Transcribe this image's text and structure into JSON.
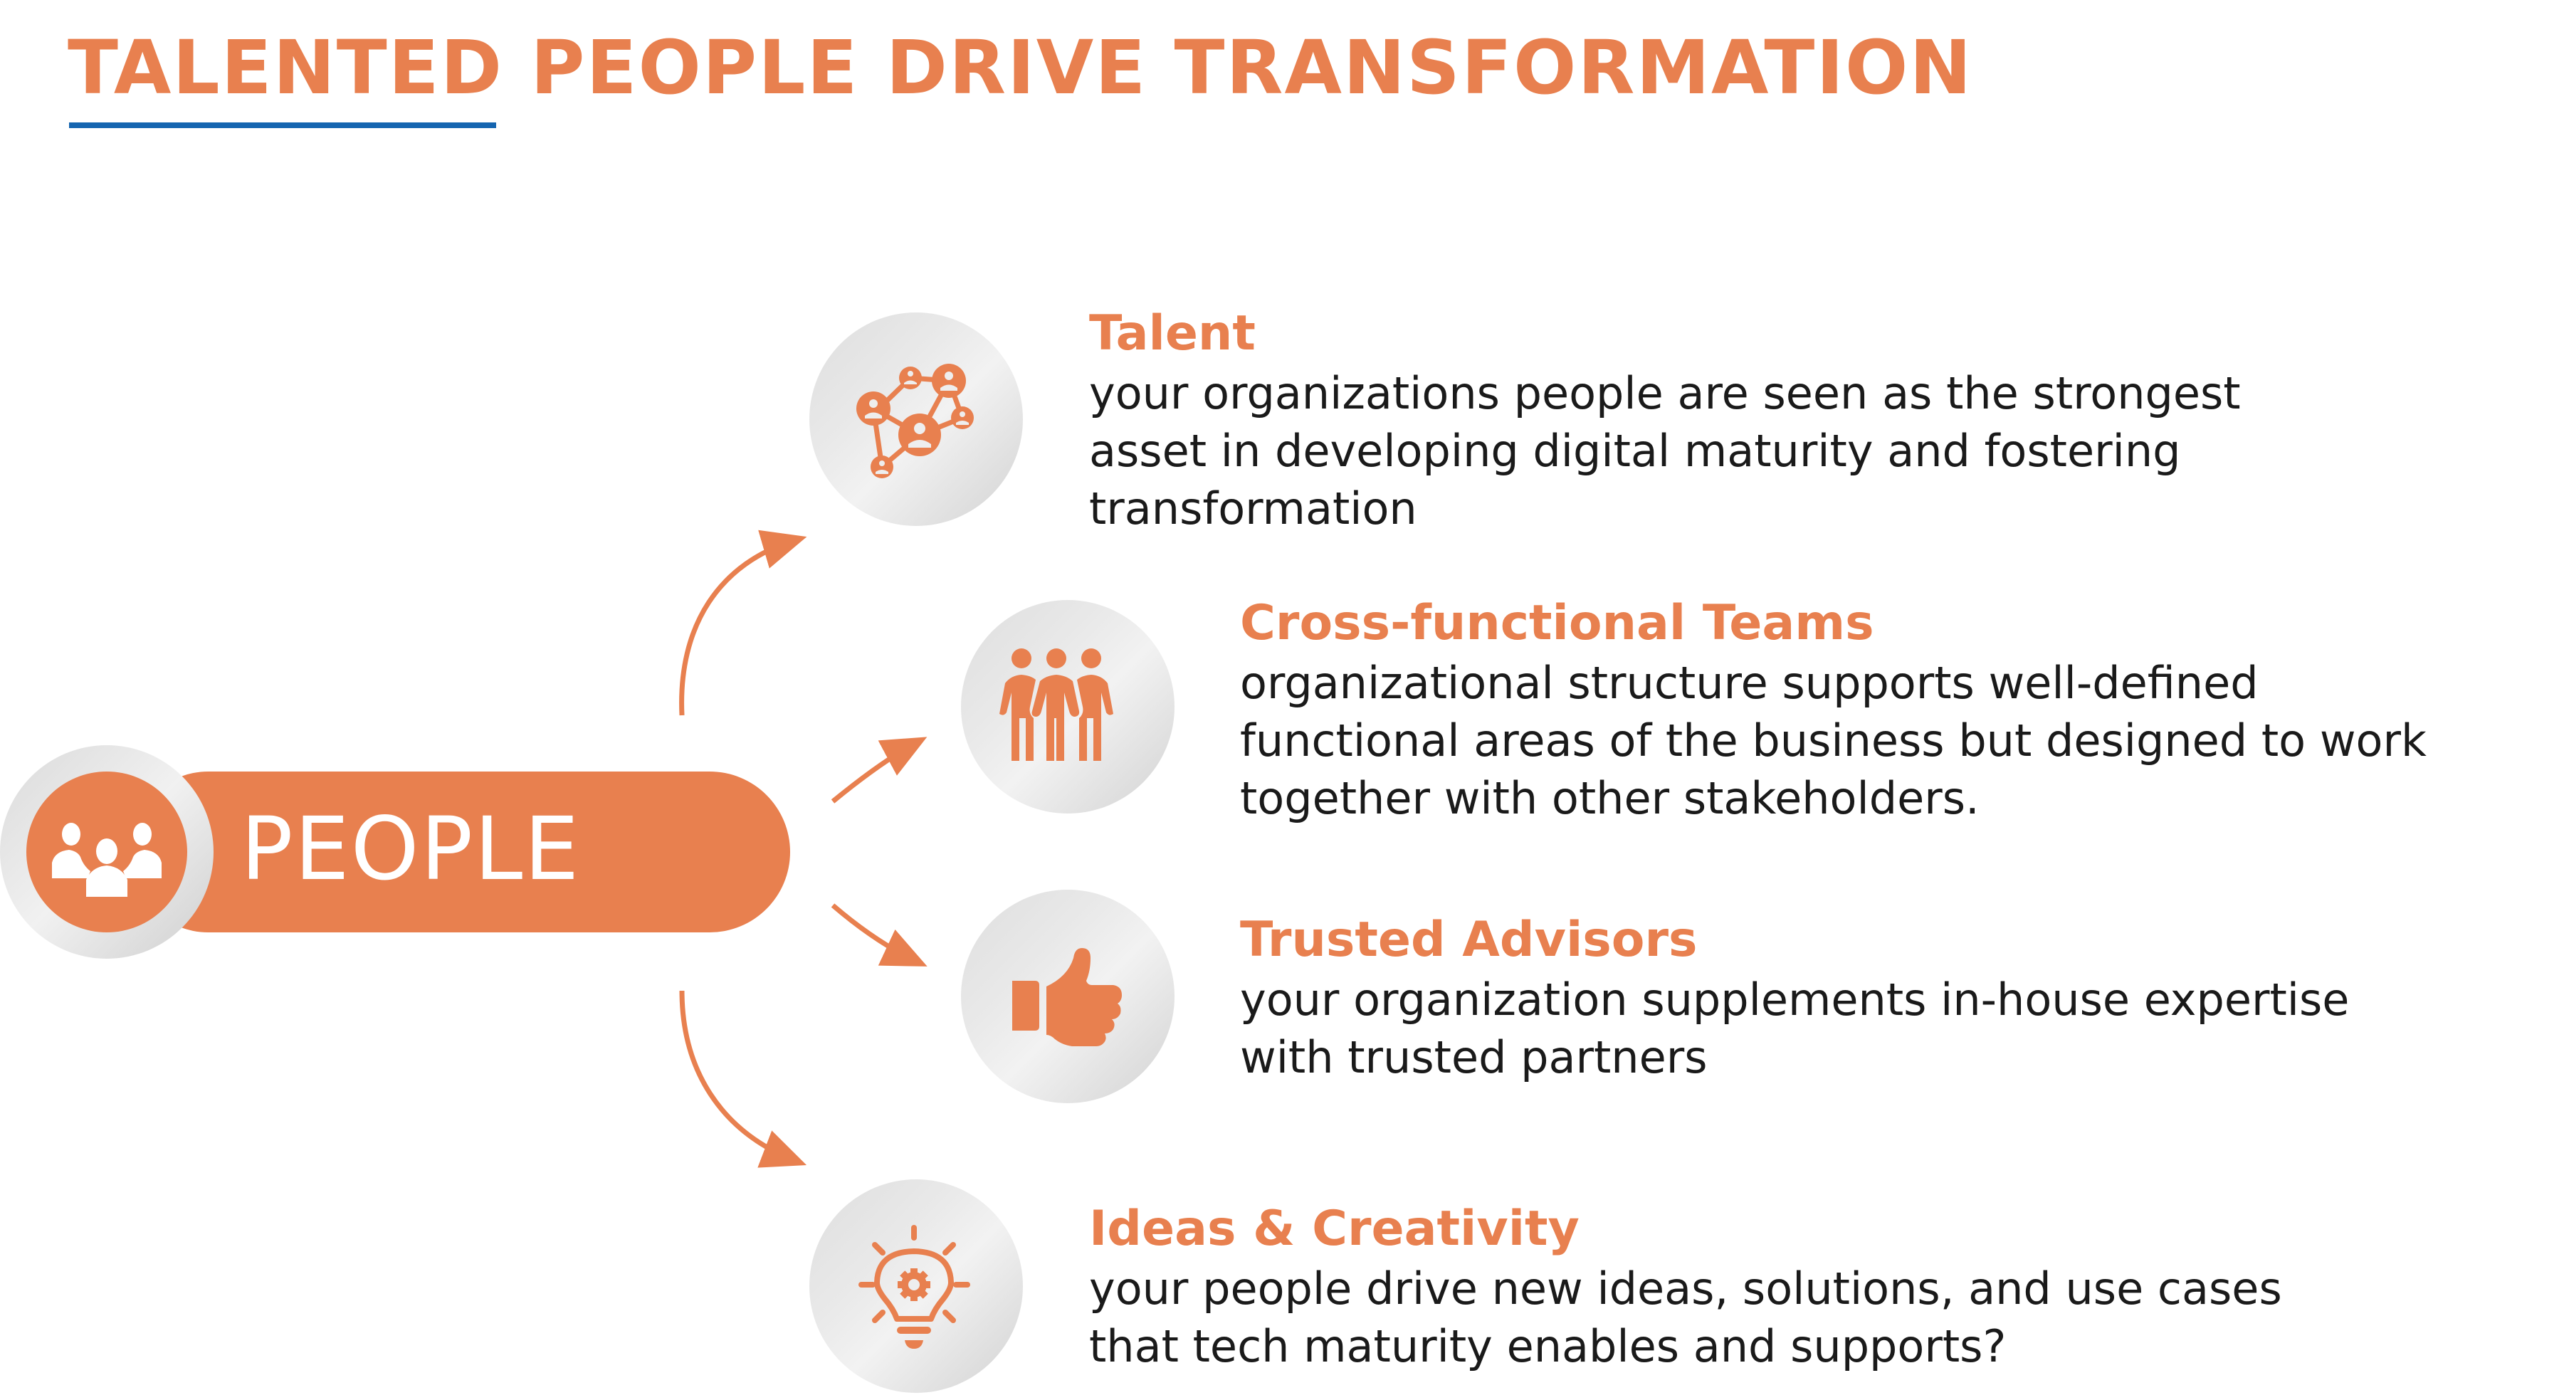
{
  "header": {
    "title": "TALENTED PEOPLE DRIVE TRANSFORMATION",
    "underline_color": "#1565B0",
    "accent_color": "#E8804F"
  },
  "hub": {
    "label": "PEOPLE",
    "icon": "group-people-icon"
  },
  "items": [
    {
      "title": "Talent",
      "icon": "people-network-icon",
      "lines": [
        "your organizations people are seen as the strongest",
        "asset in developing digital maturity and fostering",
        "transformation"
      ]
    },
    {
      "title": "Cross-functional Teams",
      "icon": "team-standing-icon",
      "lines": [
        "organizational structure supports well-defined",
        "functional areas of the business but designed to work",
        "together with other stakeholders."
      ]
    },
    {
      "title": "Trusted Advisors",
      "icon": "thumbs-up-icon",
      "lines": [
        "your organization supplements in-house expertise",
        "with trusted partners"
      ]
    },
    {
      "title": "Ideas & Creativity",
      "icon": "lightbulb-gear-icon",
      "lines": [
        "your people drive new ideas, solutions, and use cases",
        "that tech maturity enables and supports?"
      ]
    }
  ]
}
